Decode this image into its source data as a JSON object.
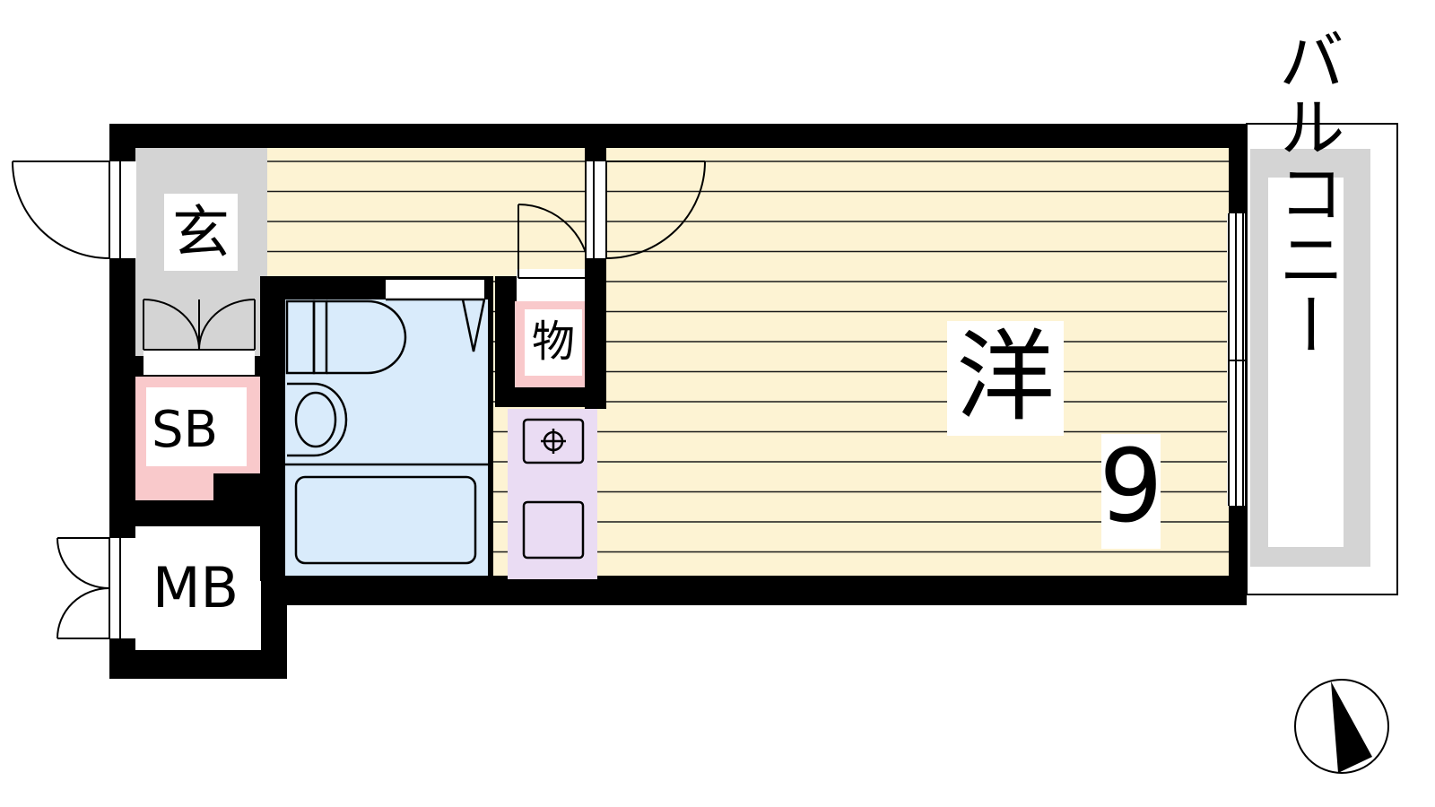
{
  "labels": {
    "entrance": "玄",
    "shoe_box": "SB",
    "meter_box": "MB",
    "storage": "物",
    "western_room": "洋",
    "room_size": "9",
    "balcony": "バルコニー"
  },
  "colors": {
    "wall": "#000000",
    "flooring": "#fdf3d3",
    "floor_line": "#1a1a1a",
    "entrance_floor": "#d4d4d4",
    "bath": "#d9ebfb",
    "kitchen": "#eadcf3",
    "shoe_box": "#f9c9cb",
    "balcony": "#d4d4d4",
    "background": "#ffffff"
  },
  "icons": {
    "compass": "north-arrow-icon",
    "stove": "stove-burner-icon"
  }
}
